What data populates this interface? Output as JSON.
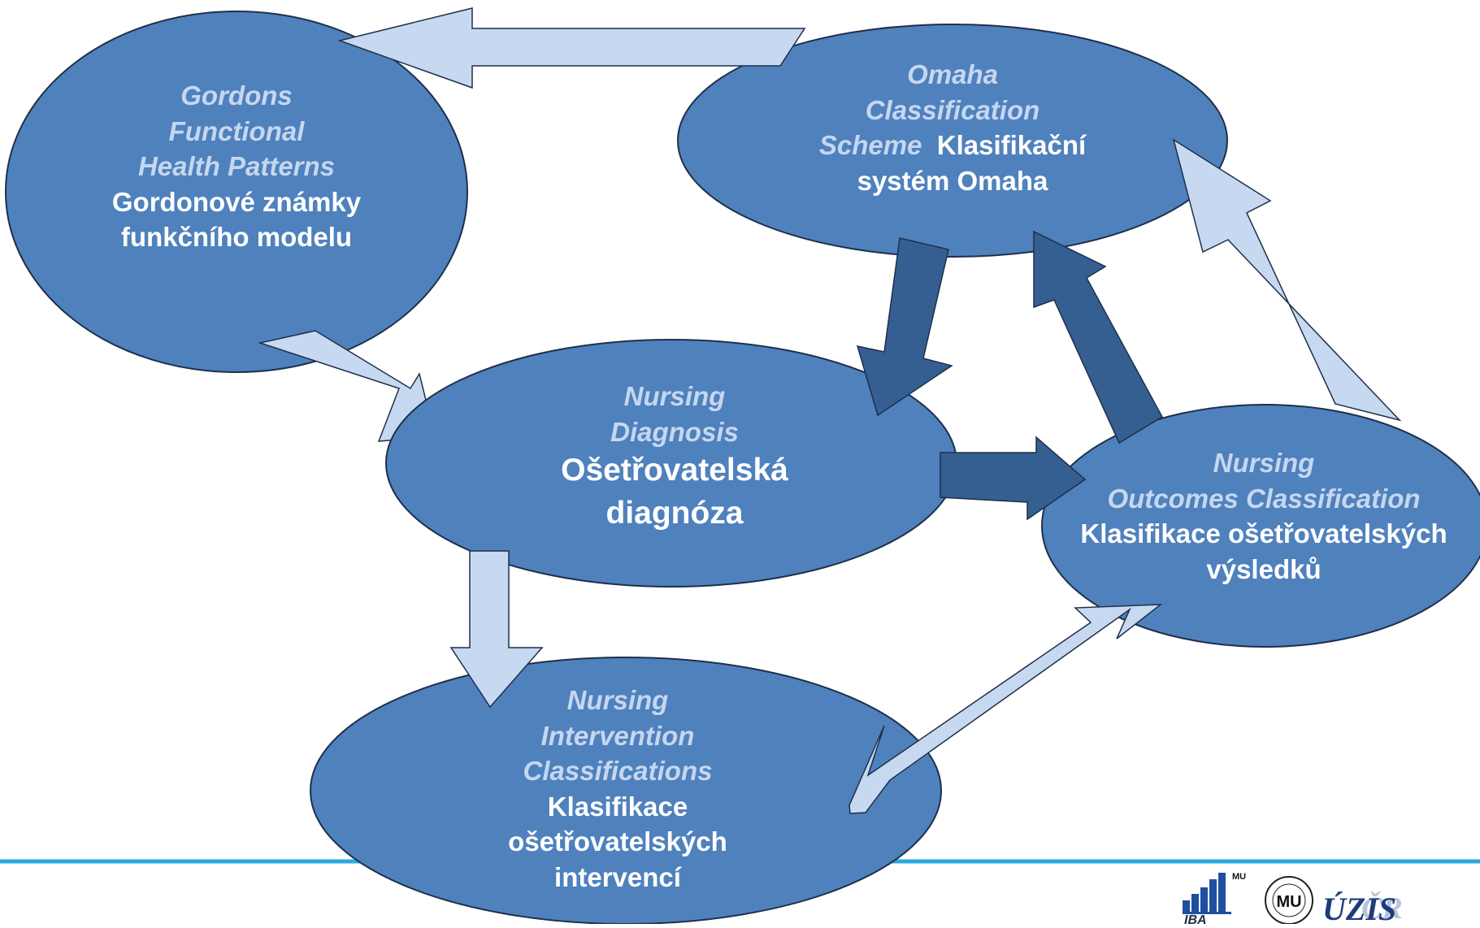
{
  "colors": {
    "node_fill": "#4f81bd",
    "node_stroke": "#1f2f4a",
    "arrow_light": "#c6d9f1",
    "arrow_dark": "#355f91",
    "en_text": "#c5d7ef",
    "cz_text": "#ffffff",
    "footer_line": "#29a9e1"
  },
  "nodes": {
    "gordon": {
      "en": "Gordons\nFunctional\nHealth Patterns",
      "cz": "Gordonové známky\nfunkčního modelu"
    },
    "omaha": {
      "en_lines": "Omaha\nClassification",
      "en_last": "Scheme",
      "cz_inline": "Klasifikační",
      "cz": "systém Omaha"
    },
    "diagnosis": {
      "en": "Nursing\nDiagnosis",
      "cz": "Ošetřovatelská\ndiagnóza"
    },
    "outcomes": {
      "en": "Nursing\nOutcomes Classification",
      "cz": "Klasifikace ošetřovatelských\nvýsledků"
    },
    "intervention": {
      "en": "Nursing\nIntervention\nClassifications",
      "cz": "Klasifikace\nošetřovatelských\nintervencí"
    }
  },
  "logos": {
    "iba_top": "MU",
    "iba": "IBA",
    "mu": "MU",
    "uzis": "ÚZIS",
    "uzis_overlay": "ČR"
  }
}
